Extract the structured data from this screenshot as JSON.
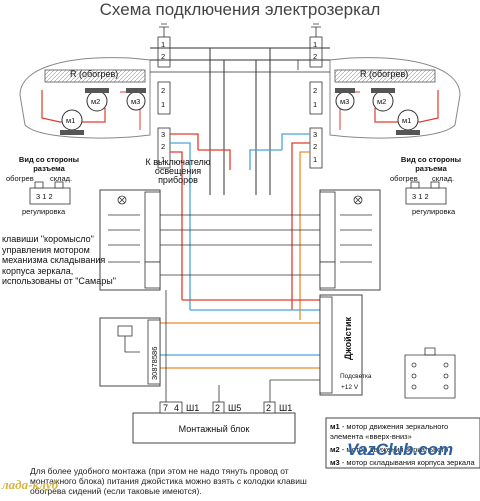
{
  "title": "Схема подключения электрозеркал",
  "mirror_left": {
    "heater_label": "R (обогрев)",
    "motor2": "м2",
    "motor3": "м3",
    "motor1": "м1"
  },
  "mirror_right": {
    "heater_label": "R (обогрев)",
    "motor2": "м2",
    "motor3": "м3",
    "motor1": "м1"
  },
  "connector_view_left": {
    "title_line1": "Вид со стороны",
    "title_line2": "разъема",
    "label_heat": "обогрев",
    "label_fold": "склад.",
    "pins": "3  1  2",
    "label_adjust": "регулировка"
  },
  "connector_view_right": {
    "title_line1": "Вид со стороны",
    "title_line2": "разъема",
    "label_heat": "обогрев",
    "label_fold": "склад.",
    "pins": "3  1  2",
    "label_adjust": "регулировка"
  },
  "lighting_note": {
    "line1": "К выключателю",
    "line2": "освещения",
    "line3": "приборов"
  },
  "rocker_note": "клавиши \"коромысло\" управления мотором механизма складывания корпуса зеркала, использованы от \"Самары\"",
  "relay_label": "30878586",
  "joystick_label": "Джойстик",
  "joystick_backlight": "Подсветка",
  "joystick_12v": "+12 V",
  "mounting_block_label": "Монтажный блок",
  "connectors_bottom": {
    "a": "4",
    "b": "Ш1",
    "c": "2",
    "d": "Ш5",
    "e": "2",
    "f": "Ш1",
    "g": "7"
  },
  "legend": {
    "m1_key": "м1",
    "m1_text": "- мотор движения зеркального элемента «вверх-вниз»",
    "m2_key": "м2",
    "m2_text": "- мотор движения зеркального",
    "m3_key": "м3",
    "m3_text": "- мотор складывания корпуса зеркала"
  },
  "footnote": "Для более удобного монтажа (при этом не надо тянуть провод от монтажного блока) питания джойстика можно взять с колодки клавиш обогрева сидений (если таковые имеются).",
  "brand": "VazClub.com",
  "watermark": "лада-клуб",
  "colors": {
    "red_wire": "#e03c2c",
    "blue_wire": "#4aa3d8",
    "orange_wire": "#f08a2a",
    "black_wire": "#333333",
    "brand": "#2a5fa0"
  }
}
